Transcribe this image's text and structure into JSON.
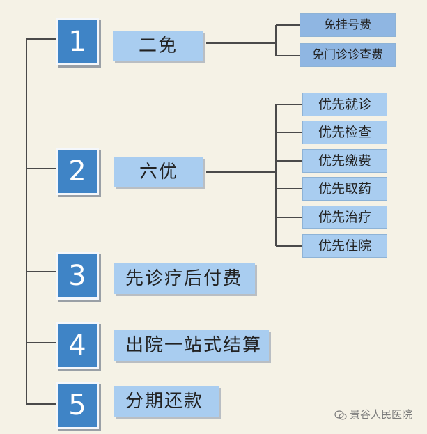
{
  "colors": {
    "background": "#f5f2e6",
    "number_box": "#3f84c6",
    "label_box": "#a9cdf0",
    "connector": "#4a4a4a"
  },
  "items": [
    {
      "number": "1",
      "label": "二免",
      "subs": [
        "免挂号费",
        "免门诊诊查费"
      ]
    },
    {
      "number": "2",
      "label": "六优",
      "subs": [
        "优先就诊",
        "优先检查",
        "优先缴费",
        "优先取药",
        "优先治疗",
        "优先住院"
      ]
    },
    {
      "number": "3",
      "label": "先诊疗后付费"
    },
    {
      "number": "4",
      "label": "出院一站式结算"
    },
    {
      "number": "5",
      "label": "分期还款"
    }
  ],
  "watermark": {
    "text": "景谷人民医院",
    "icon": "wechat-icon"
  }
}
